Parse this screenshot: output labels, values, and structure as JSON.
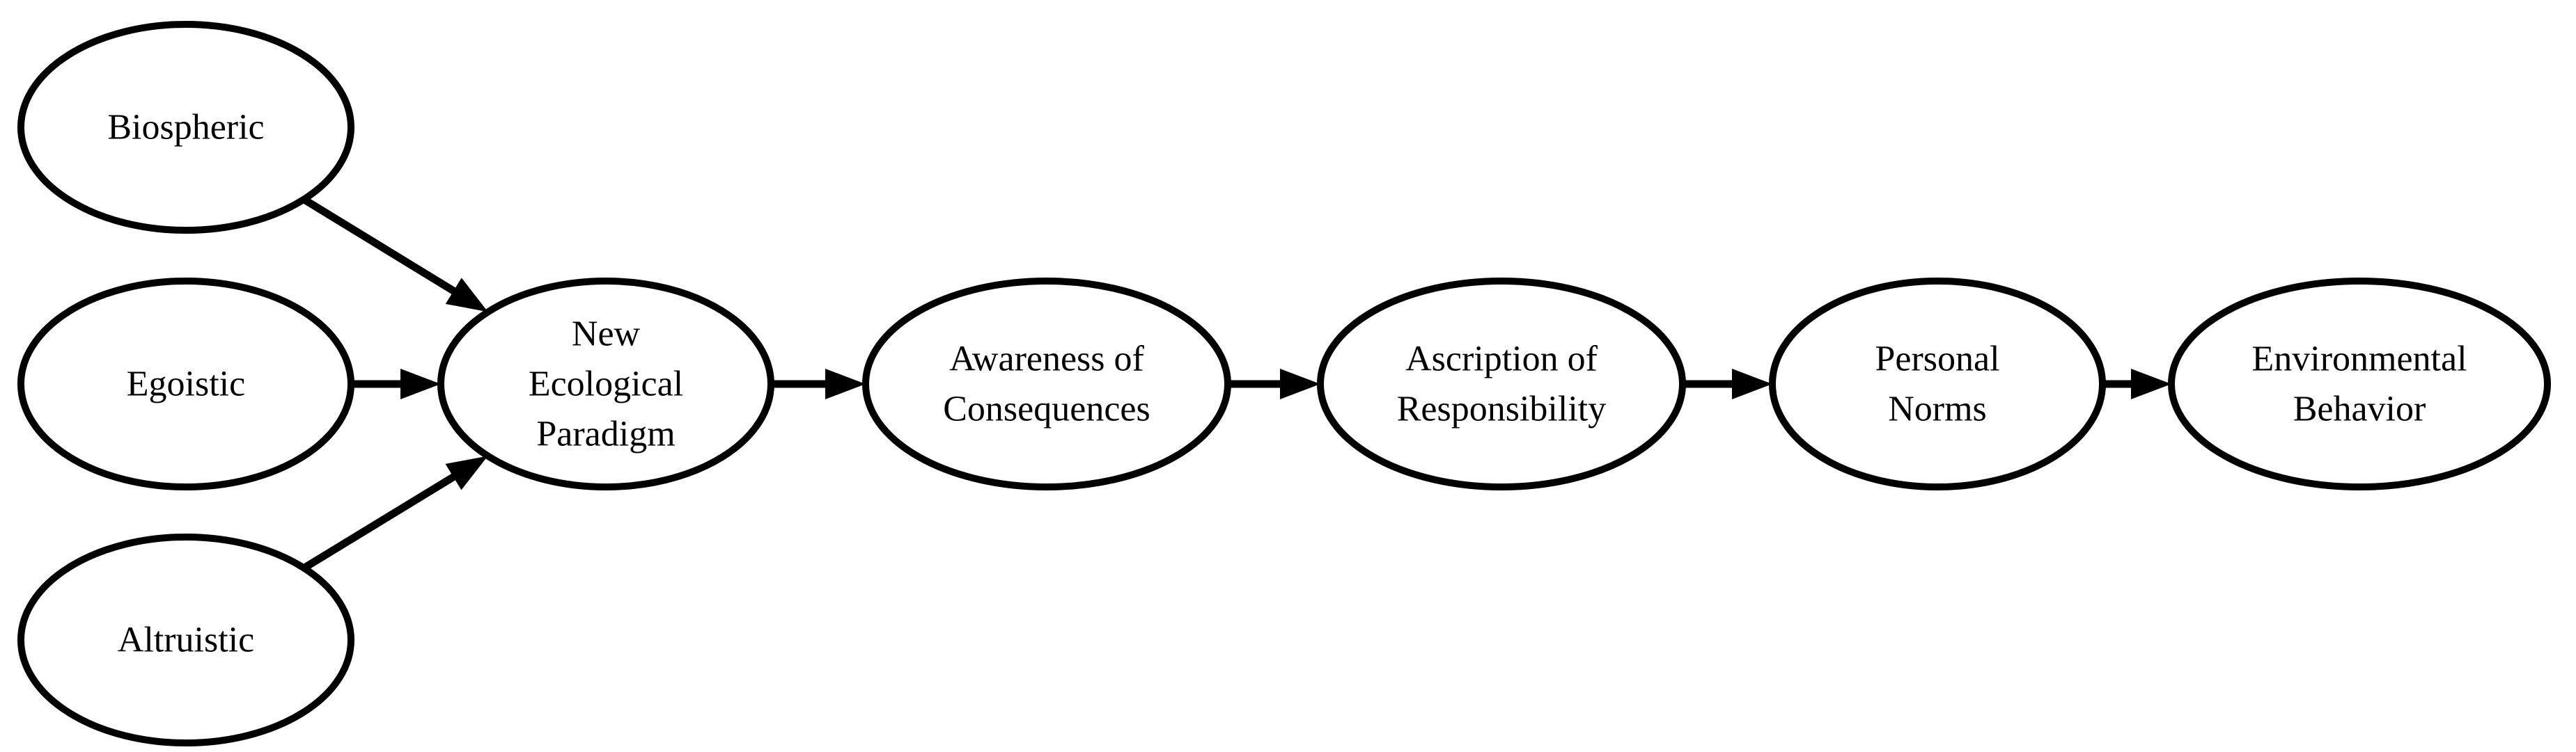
{
  "diagram": {
    "nodes": [
      {
        "id": "biospheric",
        "lines": [
          "Biospheric"
        ]
      },
      {
        "id": "egoistic",
        "lines": [
          "Egoistic"
        ]
      },
      {
        "id": "altruistic",
        "lines": [
          "Altruistic"
        ]
      },
      {
        "id": "nep",
        "lines": [
          "New",
          "Ecological",
          "Paradigm"
        ]
      },
      {
        "id": "awareness",
        "lines": [
          "Awareness of",
          "Consequences"
        ]
      },
      {
        "id": "ascription",
        "lines": [
          "Ascription of",
          "Responsibility"
        ]
      },
      {
        "id": "norms",
        "lines": [
          "Personal",
          "Norms"
        ]
      },
      {
        "id": "behavior",
        "lines": [
          "Environmental",
          "Behavior"
        ]
      }
    ],
    "edges": [
      {
        "from": "biospheric",
        "to": "nep"
      },
      {
        "from": "egoistic",
        "to": "nep"
      },
      {
        "from": "altruistic",
        "to": "nep"
      },
      {
        "from": "nep",
        "to": "awareness"
      },
      {
        "from": "awareness",
        "to": "ascription"
      },
      {
        "from": "ascription",
        "to": "norms"
      },
      {
        "from": "norms",
        "to": "behavior"
      }
    ]
  }
}
